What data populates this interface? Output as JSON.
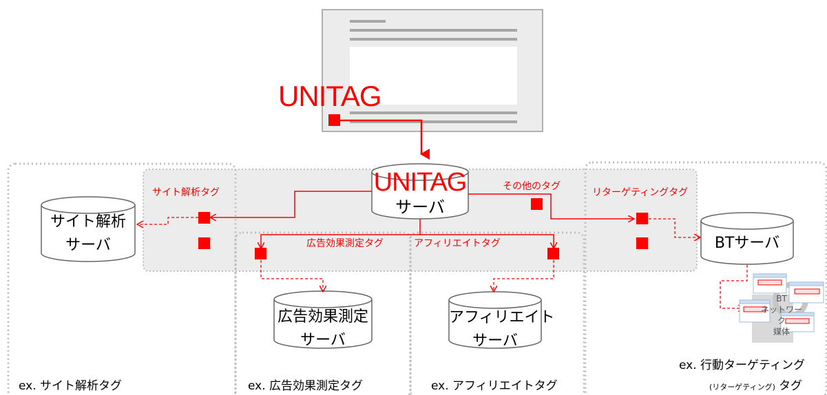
{
  "diagram": {
    "unitag_label": "UNITAG",
    "unitag_server": {
      "line1": "UNITAG",
      "line2": "サーバ"
    },
    "tag_labels": {
      "site_analysis": "サイト解析タグ",
      "other": "その他のタグ",
      "retargeting": "リターゲティングタグ",
      "ad_effect": "広告効果測定タグ",
      "affiliate": "アフィリエイトタグ"
    },
    "servers": {
      "site_analysis": {
        "line1": "サイト解析",
        "line2": "サーバ"
      },
      "ad_effect": {
        "line1": "広告効果測定",
        "line2": "サーバ"
      },
      "affiliate": {
        "line1": "アフィリエイト",
        "line2": "サーバ"
      },
      "bt": {
        "line1": "BTサーバ"
      }
    },
    "bt_network": {
      "line1": "BT",
      "line2": "ネットワー",
      "line3": "ク",
      "line4": "媒体"
    },
    "captions": {
      "site_analysis": "ex. サイト解析タグ",
      "ad_effect": "ex. 広告効果測定タグ",
      "affiliate": "ex. アフィリエイトタグ",
      "bt_line1": "ex. 行動ターゲティング",
      "bt_line2_small": "(リターゲティング)",
      "bt_line2": "タグ"
    },
    "colors": {
      "accent": "#ff0000",
      "dotted_border": "#bfbfbf",
      "band": "#ececec"
    }
  }
}
